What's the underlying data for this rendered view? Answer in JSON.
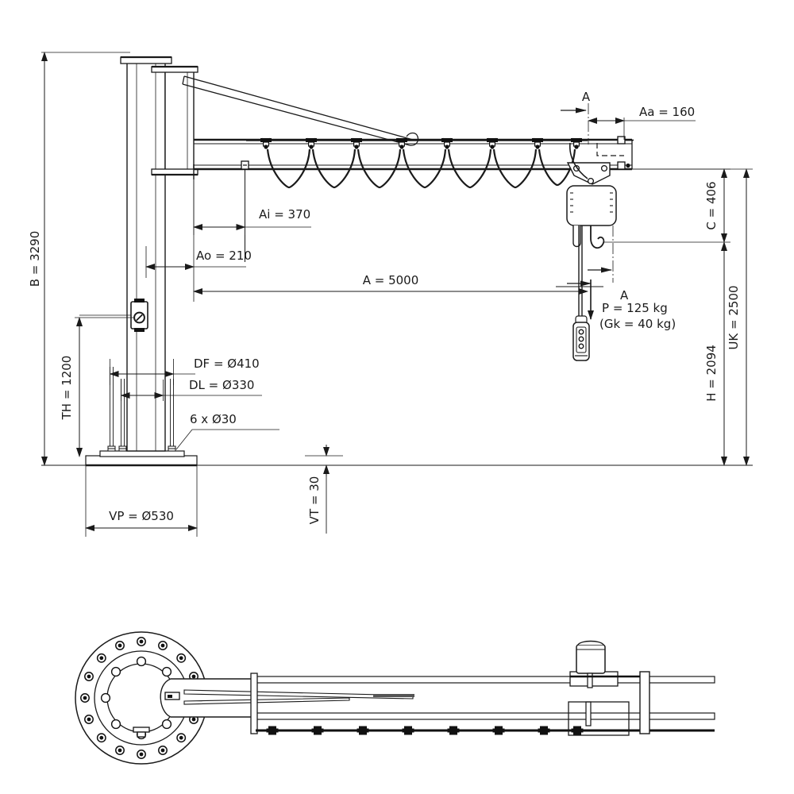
{
  "drawing": {
    "title": "Jib crane — dimensioned technical drawing",
    "line_color": "#1a1a1a",
    "background_color": "#ffffff",
    "views": {
      "elevation": "side elevation view",
      "plan": "top plan view"
    }
  },
  "dimensions": {
    "B": "B = 3290",
    "Ai": "Ai = 370",
    "Ao": "Ao = 210",
    "A": "A = 5000",
    "Aa": "Aa = 160",
    "C": "C = 406",
    "UK": "UK = 2500",
    "H": "H = 2094",
    "TH": "TH = 1200",
    "DF": "DF = Ø410",
    "DL": "DL = Ø330",
    "holes": "6 x Ø30",
    "VP": "VP = Ø530",
    "VT": "VT = 30"
  },
  "load": {
    "section_mark_top": "A",
    "section_mark_bottom": "A",
    "capacity": "P = 125 kg",
    "deadweight": "(Gk = 40 kg)"
  },
  "components": {
    "mast": "vertical column mast",
    "boom": "horizontal boom beam",
    "tie_rod": "diagonal tie rod brace",
    "festoon": "festoon cable loop system",
    "trolley": "hoist trolley",
    "hoist": "electric chain hoist body",
    "hook": "load hook",
    "pendant": "pendant control station",
    "control_box": "electrical control box",
    "base_plate": "base mounting plate",
    "foundation": "concrete foundation",
    "flange": "base flange with bolt circle",
    "motor": "slewing drive motor"
  }
}
